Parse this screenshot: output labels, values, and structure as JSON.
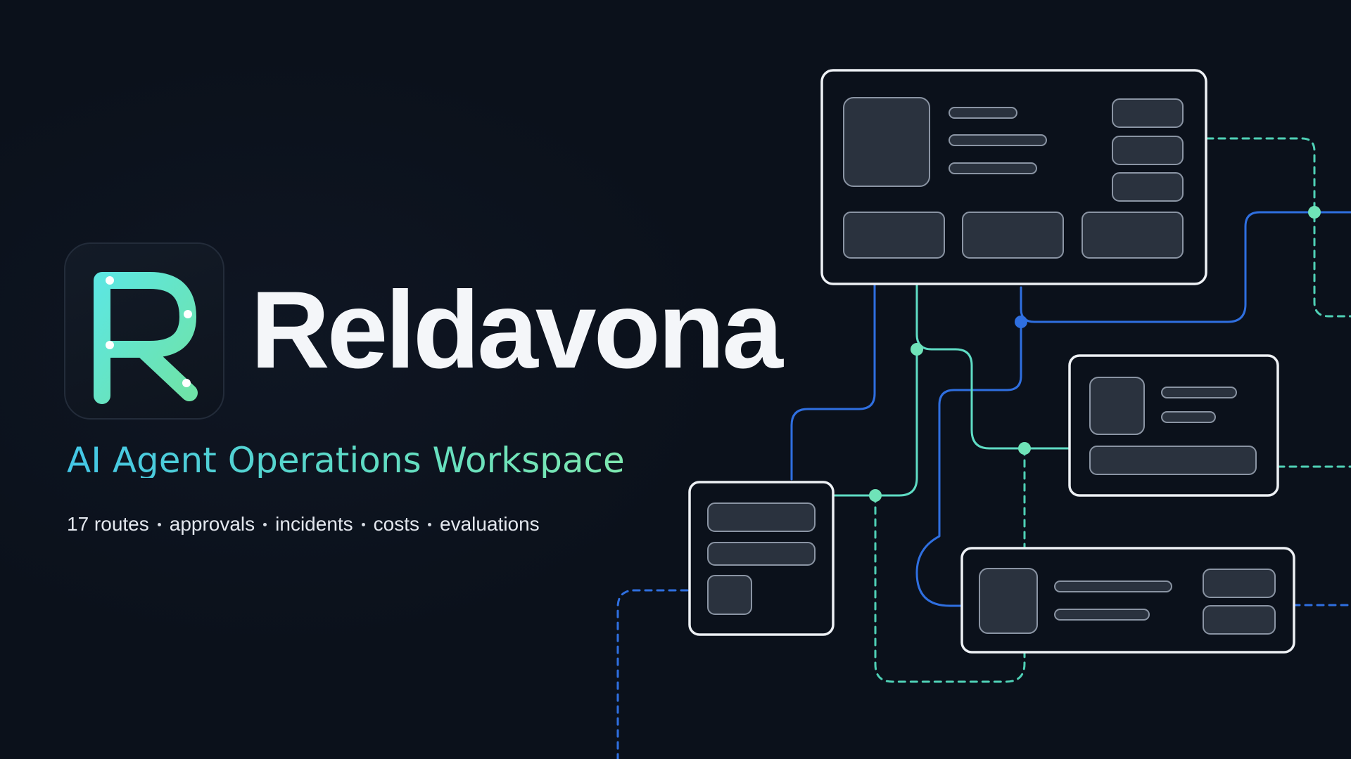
{
  "brand": {
    "name": "Reldavona",
    "tagline": "AI Agent Operations Workspace",
    "logo_letter": "R"
  },
  "features": [
    "17 routes",
    "approvals",
    "incidents",
    "costs",
    "evaluations"
  ],
  "colors": {
    "background": "#0b111b",
    "accent_teal": "#5fdcc4",
    "accent_cyan": "#43c6e6",
    "accent_blue": "#2f6fe0",
    "card_border": "#e9edf2",
    "placeholder_fill": "#2a323e",
    "text_primary": "#f4f6f9"
  },
  "icons": {
    "logo": "letter-r-circuit-logo"
  }
}
